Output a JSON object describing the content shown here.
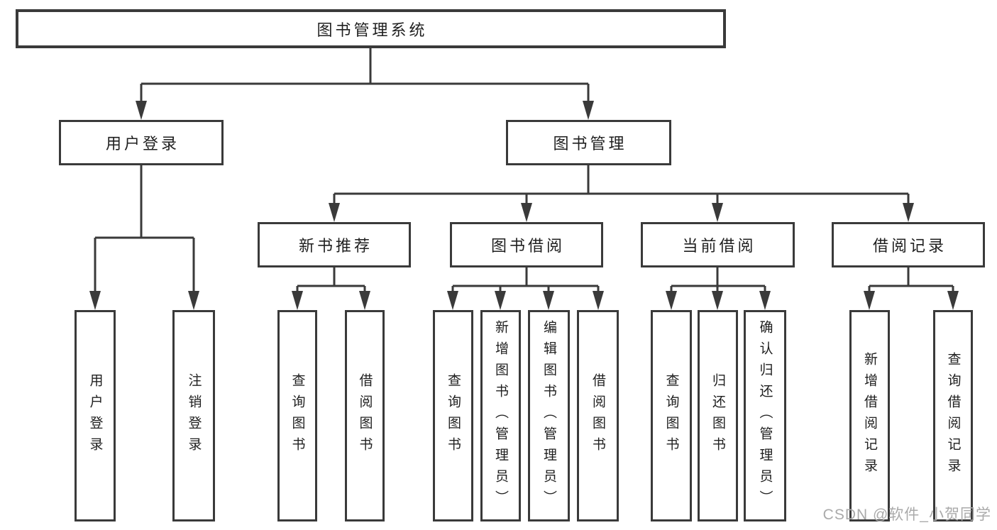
{
  "colors": {
    "line": "#3a3a3a",
    "text": "#1f1f1f",
    "watermark": "#aaaaaa",
    "background": "#ffffff"
  },
  "watermark": "CSDN @软件_小贺同学",
  "tree": {
    "root": "图书管理系统",
    "level2": {
      "user_login": "用户登录",
      "book_mgmt": "图书管理"
    },
    "level3": {
      "new_rec": "新书推荐",
      "borrow": "图书借阅",
      "current": "当前借阅",
      "records": "借阅记录"
    },
    "leaves": {
      "user_login": "用户登录",
      "logout": "注销登录",
      "rec_query": "查询图书",
      "rec_borrow": "借阅图书",
      "bor_query": "查询图书",
      "bor_add": "新增图书（管理员）",
      "bor_edit": "编辑图书（管理员）",
      "bor_borrow": "借阅图书",
      "cur_query": "查询图书",
      "cur_return": "归还图书",
      "cur_confirm": "确认归还（管理员）",
      "log_add": "新增借阅记录",
      "log_query": "查询借阅记录"
    }
  }
}
